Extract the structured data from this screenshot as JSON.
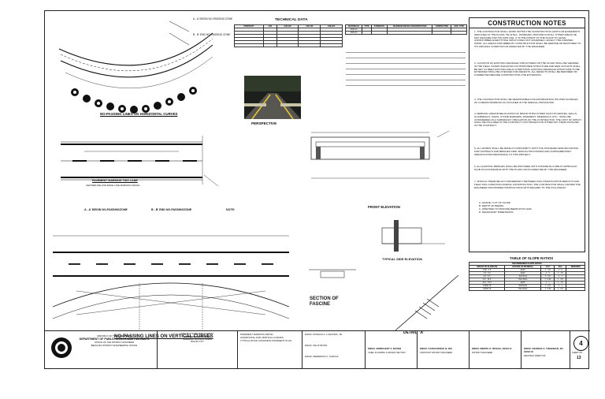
{
  "sheet": {
    "technical_data": {
      "title": "TECHNICAL DATA",
      "table1": {
        "headers": [
          "PROPERTY",
          "C28",
          "C28-100",
          "C28-150",
          "C28-250"
        ],
        "rows": [
          [
            "",
            "",
            "",
            "",
            ""
          ],
          [
            "",
            "",
            "",
            "",
            ""
          ],
          [
            "",
            "",
            "",
            "",
            ""
          ],
          [
            "",
            "",
            "",
            "",
            ""
          ],
          [
            "",
            "",
            "",
            "",
            ""
          ],
          [
            "",
            "",
            "",
            "",
            ""
          ]
        ]
      },
      "table2": {
        "headers": [
          "MATERIALS",
          "TYPE",
          "STRENGTH",
          "MAXIMUM WATER CONCENTRATION",
          "COMPACTION",
          "SOIL TYPE"
        ],
        "rows": [
          [
            "SOM 20",
            "",
            "",
            "",
            "",
            ""
          ],
          [
            "SOM 30",
            "",
            "",
            "",
            "",
            ""
          ]
        ]
      }
    },
    "plan": {
      "begin_zone": "A - A' BEGIN NO-PASSING ZONE",
      "end_zone": "B - B' END NO-PASSING ZONE",
      "horizontal_caption": "NO-PASSING LINES ON HORIZONTAL CURVES",
      "perspective_label": "PERSPECTIVE",
      "marking_caption": "PAVEMENT MARKING TWO LANE",
      "marking_caption2": "CENTERLINE AND EDGE LINE MARKING DETAIL",
      "a_begin": "A - A' BEGIN NO-PASSINGZONE",
      "b_end": "B - B' END NO-PASSINGZONE",
      "note_head": "NOTE:",
      "front_elevation": "FRONT ELEVATION",
      "typical_side": "TYPICAL SIDE ELEVATION",
      "section_fascine": "SECTION OF FASCINE",
      "detail_a": "DETAIL \"A\"",
      "vertical_caption": "NO-PASSING LINES ON VERTICAL CURVES"
    },
    "notes": {
      "title": "CONSTRUCTION NOTES",
      "items": [
        "1. The contractor shall work within the construction limits or easements indicated in the plans. He shall, however, provide for all other areas he may require for his own use. It is the intent of the plans to leave undisturbed everything which does not adversely affect the finished work. All areas disturbed by construction shall be redone or restored to its original condition as directed by the engineer.",
        "2. Location of existing drainage structures on the plans shall be verified in the field. Invert elevation of proposed structure and new outlets shall be set to meet existing field conditions. Existing drainage structure to be extended shall be checked for defects. All defects shall be repaired or corrected before constructing the extension.",
        "3. The contractor shall be responsible for establishing his own sources of common borrow as outlined in the special provisions.",
        "4. Removal and/or relocation of minor structures such as fences, walls, guardrails, signs, stone markers, pavement, sidewalks, etc., shall be considered as a subsidiary obligation of the contractor. The cost of which shall be included in the contract unit prices for other pay items involved in the contract.",
        "5. All works shall be made in conformity with the standard specifications for highways and bridges 1988, special provisions and supplementary specification pertaining to this project.",
        "6. All existing bridges shall be provided with concrete curb at approach slab in accordance with the plans or as directed by the engineer.",
        "7. Should there be any discrepancy between soil investigation results and field soil condition during construction, the contractor shall inform the engineer for proper instructions with regard to the following:",
        "a. Grade / cut of slope",
        "b. Depth of berms",
        "c. Whether to provide berm ditch and",
        "d. Necessary dimensions"
      ]
    },
    "slope_table": {
      "title": "TABLE OF SLOPE RATIOS",
      "subheader": "RECOMMENDED SLOPE RATIOS",
      "headers": [
        "HEIGHT OF SLOPE (M)",
        "NATURE OF MATERIAL",
        "CUT",
        "FILL",
        "REMARKS"
      ],
      "rows": [
        [
          "0.00 - 1.5",
          "Earth",
          "1 : 1.5",
          "1 : 2",
          ""
        ],
        [
          "1.5 - 3.0",
          "Earth",
          "1 : 1",
          "1 : 1.5",
          ""
        ],
        [
          "3.0 - 6.0",
          "Soft Rock",
          "1 : 0.5",
          "1 : 1",
          ""
        ],
        [
          "6.0 - 10.0",
          "Hard Rock",
          "1 : 0.25",
          "1 : 0.5",
          ""
        ],
        [
          "10.0 - 15.0",
          "Earth",
          "1 : 1",
          "1 : 1.5",
          ""
        ],
        [
          "OVER 15",
          "Soft Rock",
          "1 : 0.5",
          "1 : 1",
          ""
        ],
        [
          "OVER 15",
          "Hard Rock",
          "1 : 0.25",
          "1 : 0.5",
          ""
        ]
      ]
    },
    "title_block": {
      "agency": [
        "REPUBLIC OF THE PHILIPPINES",
        "DEPARTMENT OF PUBLIC WORKS AND HIGHWAYS",
        "OFFICE OF THE DISTRICT ENGINEER",
        "BENGUET DISTRICT ENGINEERING OFFICE"
      ],
      "project": [
        "PROJECT NAME AND LOCATION",
        "PANAY-NICOLAS ROAD",
        "BARANGAY NICOLAS, IRISAN",
        "BAGUIO CITY"
      ],
      "sheet_contents": [
        "PAVEMENT MARKING DETAIL",
        "HORIZONTAL AND VERTICAL CURVES",
        "TYPICAL ROAD CONCRETE PAVEMENT PLAN"
      ],
      "prepared_by": "ENGR. RONALD A. LAGUNDA, JR.",
      "checked_by": "ENGR. FELIX BONG",
      "reviewed_by": "ENGR. REMEDIOS C. GARCIA",
      "names": [
        "ENGR. ARMOGENY F. NAVER",
        "ENGR. CATAHUBRAO B. DIA",
        "ENGR. NENITA G. ROSAS, CESO IV",
        "ENGR. GEORGE A. TINAEMAN, JR. CESO III"
      ],
      "positions": [
        "CHIEF, PLANNING & DESIGN SECTION",
        "ASSISTANT DISTRICT ENGINEER",
        "DISTRICT ENGINEER",
        "REGIONAL DIRECTOR"
      ],
      "sheet_no": "4",
      "sheet_total": "13",
      "sheet_label": "SHEET NO."
    }
  }
}
